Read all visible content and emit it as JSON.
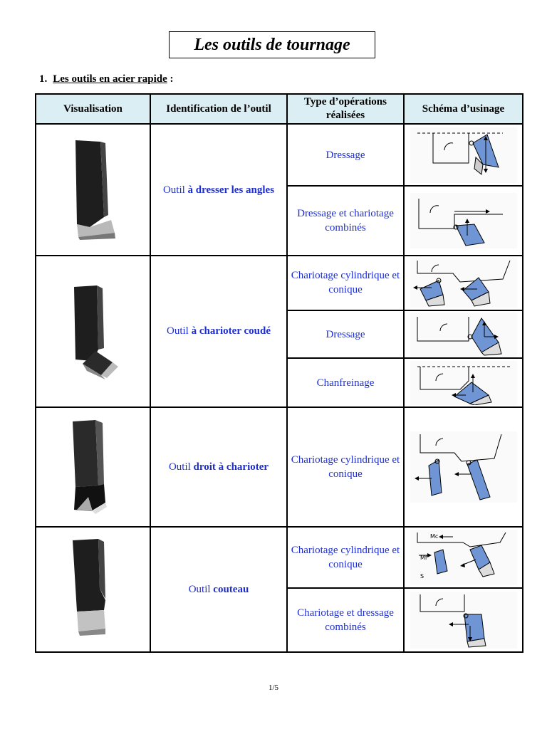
{
  "title": "Les outils de tournage",
  "section": {
    "number": "1.",
    "text": "Les outils en acier rapide",
    "colon": ":"
  },
  "headers": {
    "visualisation": "Visualisation",
    "identification": "Identification de l’outil",
    "operations": "Type d’opérations réalisées",
    "schema": "Schéma d’usinage"
  },
  "tools": [
    {
      "prefix": "Outil ",
      "name": "à dresser les angles",
      "icon": "tool-dresser-angles-photo",
      "operations": [
        "Dressage",
        "Dressage et chariotage combinés"
      ]
    },
    {
      "prefix": "Outil ",
      "name": "à charioter coudé",
      "icon": "tool-charioter-coude-photo",
      "operations": [
        "Chariotage cylindrique et conique",
        "Dressage",
        "Chanfreinage"
      ]
    },
    {
      "prefix": "Outil ",
      "name": "droit à charioter",
      "icon": "tool-droit-charioter-photo",
      "operations": [
        "Chariotage cylindrique et conique"
      ]
    },
    {
      "prefix": "Outil ",
      "name": "couteau",
      "icon": "tool-couteau-photo",
      "operations": [
        "Chariotage cylindrique et conique",
        "Chariotage et dressage combinés"
      ]
    }
  ],
  "schema_labels": {
    "mc": "Mc",
    "mf": "Mf",
    "s": "S"
  },
  "colors": {
    "header_bg": "#daeef3",
    "text_blue": "#1f2fcf",
    "tool_blue": "#6f95d4"
  },
  "footer": "1/5"
}
